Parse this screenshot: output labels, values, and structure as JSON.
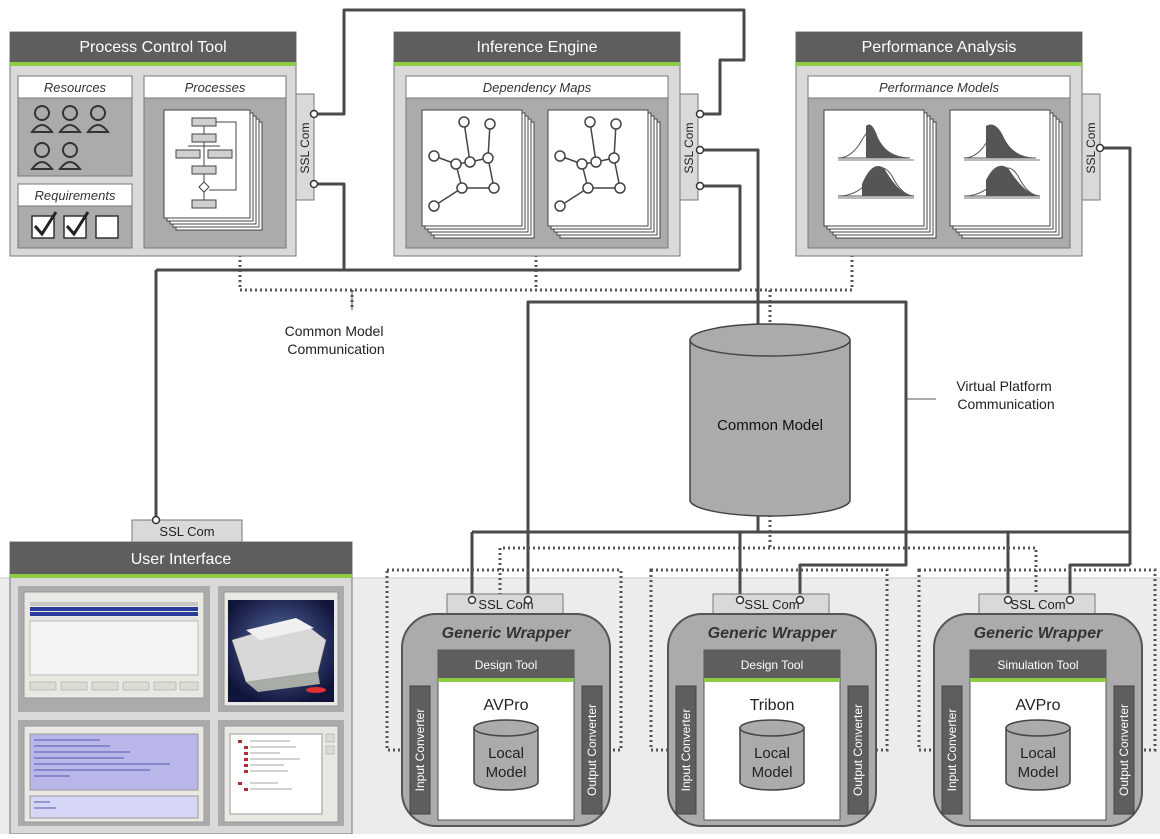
{
  "top_panels": [
    {
      "title": "Process Control Tool",
      "ssl": "SSL Com",
      "sections": {
        "resources": "Resources",
        "processes": "Processes",
        "requirements": "Requirements"
      }
    },
    {
      "title": "Inference Engine",
      "ssl": "SSL Com",
      "subtitle": "Dependency Maps"
    },
    {
      "title": "Performance Analysis",
      "ssl": "SSL Com",
      "subtitle": "Performance Models"
    }
  ],
  "labels": {
    "common_model_communication": [
      "Common Model",
      "Communication"
    ],
    "virtual_platform_communication": [
      "Virtual Platform",
      "Communication"
    ],
    "common_model": "Common Model"
  },
  "user_interface": {
    "title": "User Interface",
    "ssl": "SSL Com"
  },
  "wrappers": [
    {
      "title": "Generic Wrapper",
      "ssl": "SSL Com",
      "tool": "Design Tool",
      "product": "AVPro",
      "input": "Input Converter",
      "output": "Output Converter",
      "local_model": [
        "Local",
        "Model"
      ]
    },
    {
      "title": "Generic Wrapper",
      "ssl": "SSL Com",
      "tool": "Design Tool",
      "product": "Tribon",
      "input": "Input Converter",
      "output": "Output Converter",
      "local_model": [
        "Local",
        "Model"
      ]
    },
    {
      "title": "Generic Wrapper",
      "ssl": "SSL Com",
      "tool": "Simulation Tool",
      "product": "AVPro",
      "input": "Input Converter",
      "output": "Output Converter",
      "local_model": [
        "Local",
        "Model"
      ]
    }
  ],
  "colors": {
    "header": "#5e5e5e",
    "accent": "#8ccc44",
    "panel": "#d9d9d9",
    "inner": "#ababab",
    "lane": "#ececec",
    "line": "#444444"
  }
}
